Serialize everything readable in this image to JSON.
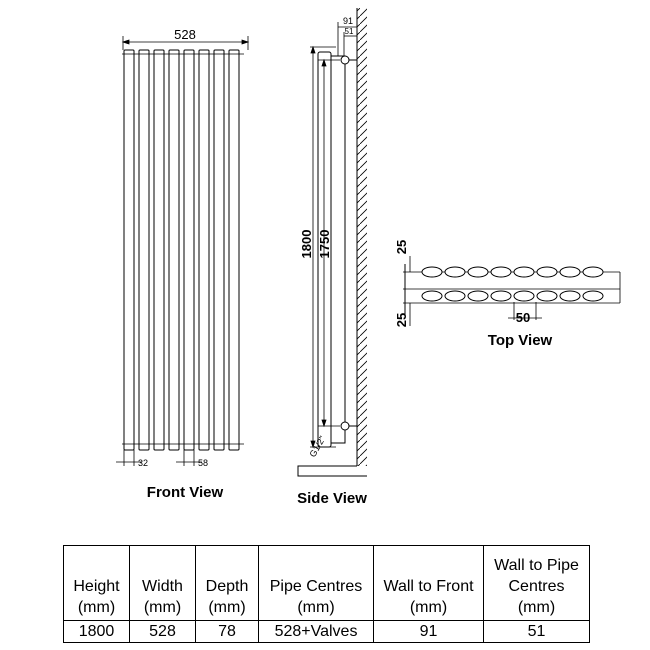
{
  "front_view": {
    "title": "Front View",
    "width_dim": "528",
    "tube_spacing_dim": "32",
    "tube_width_dim": "58"
  },
  "side_view": {
    "title": "Side View",
    "wall_to_front_dim": "91",
    "wall_to_pipe_dim": "51",
    "height_dim": "1800",
    "pipe_height_dim": "1750",
    "valve_label": "G1/2\""
  },
  "top_view": {
    "title": "Top View",
    "upper_gap_dim": "25",
    "lower_gap_dim": "25",
    "tube_pitch_dim": "50"
  },
  "specs_table": {
    "headers": [
      "Height\n(mm)",
      "Width\n(mm)",
      "Depth\n(mm)",
      "Pipe Centres\n(mm)",
      "Wall to Front\n(mm)",
      "Wall to Pipe\nCentres\n(mm)"
    ],
    "row": [
      "1800",
      "528",
      "78",
      "528+Valves",
      "91",
      "51"
    ]
  }
}
